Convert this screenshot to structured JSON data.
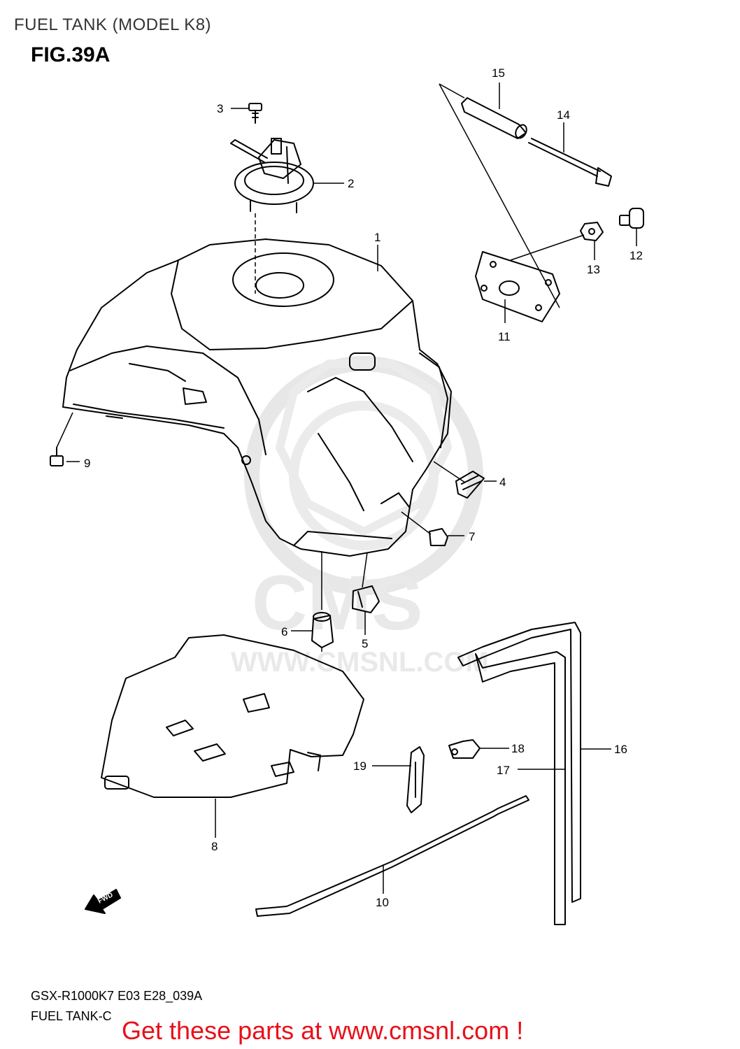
{
  "header": {
    "section_title": "FUEL TANK (MODEL K8)",
    "figure_id": "FIG.39A"
  },
  "footer": {
    "model_code": "GSX-R1000K7 E03 E28_039A",
    "group_name": "FUEL TANK-C",
    "call_to_action": "Get these parts at www.cmsnl.com !",
    "cta_color": "#e8101a"
  },
  "watermark": {
    "logo_text": "CMS",
    "url_text": "WWW.CMSNL.COM"
  },
  "direction_badge": {
    "label": "FWD"
  },
  "callouts": [
    {
      "num": "1"
    },
    {
      "num": "2"
    },
    {
      "num": "3"
    },
    {
      "num": "4"
    },
    {
      "num": "5"
    },
    {
      "num": "6"
    },
    {
      "num": "7"
    },
    {
      "num": "8"
    },
    {
      "num": "9"
    },
    {
      "num": "10"
    },
    {
      "num": "11"
    },
    {
      "num": "12"
    },
    {
      "num": "13"
    },
    {
      "num": "14"
    },
    {
      "num": "15"
    },
    {
      "num": "16"
    },
    {
      "num": "17"
    },
    {
      "num": "18"
    },
    {
      "num": "19"
    }
  ]
}
